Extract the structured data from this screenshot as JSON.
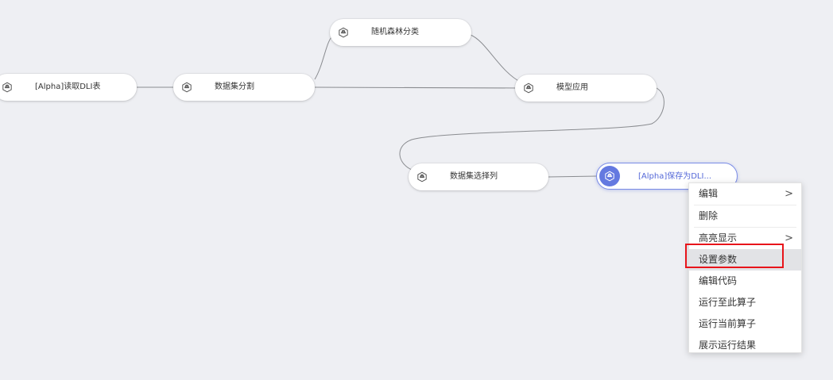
{
  "nodes": {
    "read": {
      "label": "[Alpha]读取DLI表",
      "icon": "operator-icon"
    },
    "split": {
      "label": "数据集分割",
      "icon": "operator-icon"
    },
    "rf": {
      "label": "随机森林分类",
      "icon": "operator-icon"
    },
    "apply": {
      "label": "模型应用",
      "icon": "operator-icon"
    },
    "select": {
      "label": "数据集选择列",
      "icon": "operator-icon"
    },
    "save": {
      "label": "[Alpha]保存为DLI...",
      "icon": "operator-icon",
      "selected": true
    }
  },
  "context_menu": {
    "items": [
      {
        "label": "编辑",
        "has_submenu": true
      },
      {
        "label": "删除",
        "has_submenu": false
      },
      {
        "label": "高亮显示",
        "has_submenu": true
      },
      {
        "label": "设置参数",
        "has_submenu": false,
        "hovered": true,
        "highlighted": true
      },
      {
        "label": "编辑代码",
        "has_submenu": false
      },
      {
        "label": "运行至此算子",
        "has_submenu": false
      },
      {
        "label": "运行当前算子",
        "has_submenu": false
      },
      {
        "label": "展示运行结果",
        "has_submenu": false
      }
    ],
    "submenu_arrow": ">"
  },
  "colors": {
    "background": "#eeeff3",
    "edge": "#8a8c90",
    "selected_accent": "#6479e0",
    "highlight": "#e8141a"
  }
}
